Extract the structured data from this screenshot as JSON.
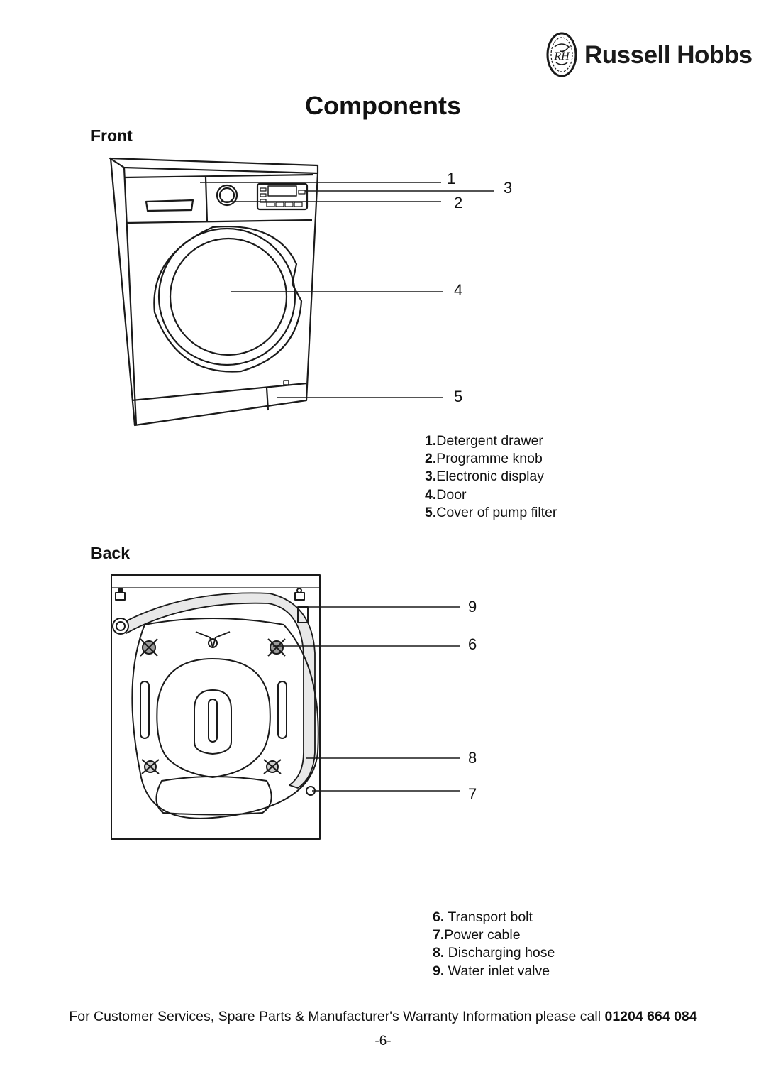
{
  "header": {
    "brand_name": "Russell Hobbs",
    "brand_monogram": "RH"
  },
  "title": "Components",
  "front": {
    "heading": "Front",
    "callouts": [
      "1",
      "2",
      "3",
      "4",
      "5"
    ],
    "legend": [
      {
        "num": "1.",
        "text": "Detergent drawer"
      },
      {
        "num": "2.",
        "text": "Programme knob"
      },
      {
        "num": "3.",
        "text": "Electronic display"
      },
      {
        "num": "4.",
        "text": "Door"
      },
      {
        "num": "5.",
        "text": "Cover of pump filter"
      }
    ]
  },
  "back": {
    "heading": "Back",
    "callouts": [
      "9",
      "6",
      "8",
      "7"
    ],
    "legend": [
      {
        "num": "6.",
        "text": " Transport bolt"
      },
      {
        "num": "7.",
        "text": "Power cable"
      },
      {
        "num": "8.",
        "text": " Discharging hose"
      },
      {
        "num": "9.",
        "text": " Water inlet valve"
      }
    ]
  },
  "footer": {
    "text": "For Customer Services, Spare Parts & Manufacturer's Warranty Information please call ",
    "phone": "01204 664 084"
  },
  "page_number": "-6-"
}
